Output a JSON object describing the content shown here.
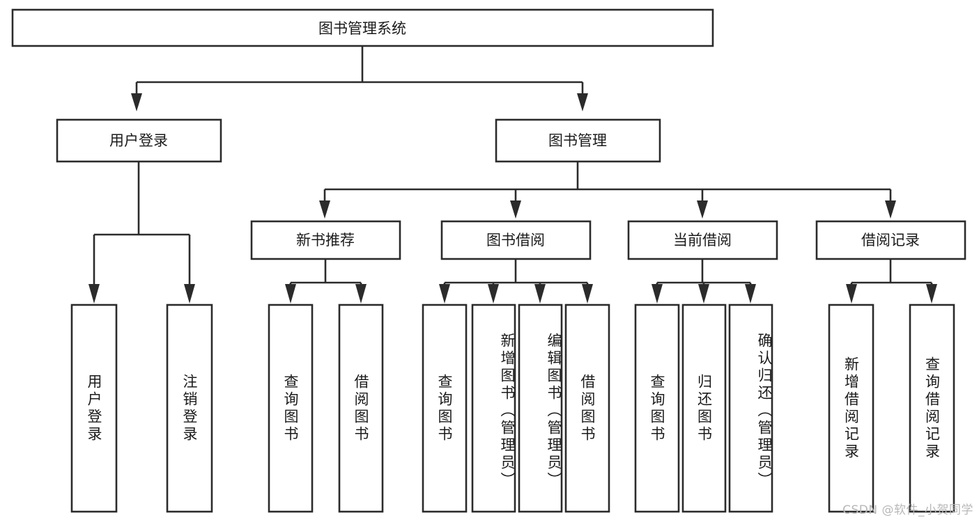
{
  "diagram": {
    "title": "图书管理系统",
    "type": "tree",
    "watermark": "CSDN @软件_小贺同学",
    "colors": {
      "stroke": "#2b2b2b",
      "fill": "#ffffff",
      "text": "#1b1b1b",
      "watermark": "#b8b8b8"
    },
    "levels": {
      "root": {
        "label": "图书管理系统"
      },
      "level1": [
        {
          "id": "user-login",
          "label": "用户登录"
        },
        {
          "id": "book-manage",
          "label": "图书管理"
        }
      ],
      "level2": [
        {
          "id": "new-book-rec",
          "label": "新书推荐"
        },
        {
          "id": "book-borrow",
          "label": "图书借阅"
        },
        {
          "id": "current-borrow",
          "label": "当前借阅"
        },
        {
          "id": "borrow-record",
          "label": "借阅记录"
        }
      ],
      "leaves": [
        {
          "id": "leaf-user-login",
          "label": "用户登录",
          "parent": "user-login",
          "align": "center"
        },
        {
          "id": "leaf-user-logout",
          "label": "注销登录",
          "parent": "user-login",
          "align": "center"
        },
        {
          "id": "leaf-query-book-1",
          "label": "查询图书",
          "parent": "new-book-rec",
          "align": "center"
        },
        {
          "id": "leaf-borrow-book-1",
          "label": "借阅图书",
          "parent": "new-book-rec",
          "align": "center"
        },
        {
          "id": "leaf-query-book-2",
          "label": "查询图书",
          "parent": "book-borrow",
          "align": "center"
        },
        {
          "id": "leaf-add-book",
          "label": "新增图书（管理员）",
          "parent": "book-borrow",
          "align": "top"
        },
        {
          "id": "leaf-edit-book",
          "label": "编辑图书（管理员）",
          "parent": "book-borrow",
          "align": "top"
        },
        {
          "id": "leaf-borrow-book-2",
          "label": "借阅图书",
          "parent": "book-borrow",
          "align": "center"
        },
        {
          "id": "leaf-query-book-3",
          "label": "查询图书",
          "parent": "current-borrow",
          "align": "center"
        },
        {
          "id": "leaf-return-book",
          "label": "归还图书",
          "parent": "current-borrow",
          "align": "center"
        },
        {
          "id": "leaf-confirm-return",
          "label": "确认归还（管理员）",
          "parent": "current-borrow",
          "align": "top"
        },
        {
          "id": "leaf-add-record",
          "label": "新增借阅记录",
          "parent": "borrow-record",
          "align": "center"
        },
        {
          "id": "leaf-query-record",
          "label": "查询借阅记录",
          "parent": "borrow-record",
          "align": "center"
        }
      ]
    }
  }
}
